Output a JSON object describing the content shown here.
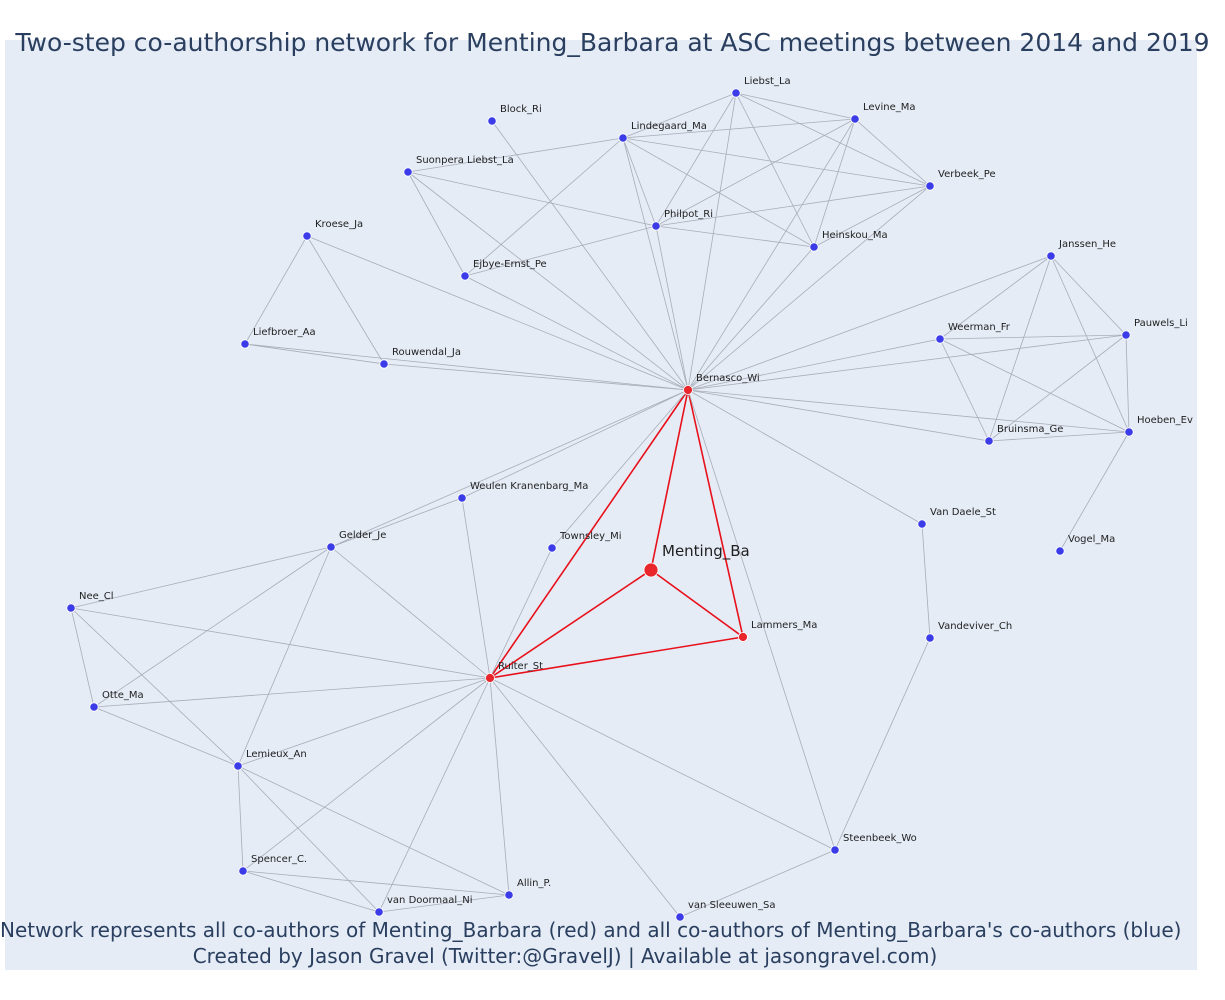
{
  "title": "Two-step co-authorship network for Menting_Barbara at ASC meetings between 2014 and 2019",
  "caption_line1": "Network represents all co-authors of Menting_Barbara (red) and all co-authors of Menting_Barbara's co-authors (blue)",
  "caption_line2": "Created by Jason Gravel (Twitter:@GravelJ) | Available at jasongravel.com)",
  "colors": {
    "plot_background": "#e5ecf6",
    "edge_default": "#a9acb8",
    "edge_focus": "#e8101a",
    "node_coauthor": "#e8262b",
    "node_second_step": "#3b3be8",
    "text": "#2a3f5f"
  },
  "nodes": [
    {
      "id": "Menting_Ba",
      "group": "focus"
    },
    {
      "id": "Bernasco_Wi",
      "group": "coauthor"
    },
    {
      "id": "Ruiter_St",
      "group": "coauthor"
    },
    {
      "id": "Lammers_Ma",
      "group": "coauthor"
    },
    {
      "id": "Liebst_La",
      "group": "second"
    },
    {
      "id": "Block_Ri",
      "group": "second"
    },
    {
      "id": "Levine_Ma",
      "group": "second"
    },
    {
      "id": "Lindegaard_Ma",
      "group": "second"
    },
    {
      "id": "Suonpera Liebst_La",
      "group": "second"
    },
    {
      "id": "Verbeek_Pe",
      "group": "second"
    },
    {
      "id": "Philpot_Ri",
      "group": "second"
    },
    {
      "id": "Heinskou_Ma",
      "group": "second"
    },
    {
      "id": "Kroese_Ja",
      "group": "second"
    },
    {
      "id": "Ejbye-Ernst_Pe",
      "group": "second"
    },
    {
      "id": "Janssen_He",
      "group": "second"
    },
    {
      "id": "Liefbroer_Aa",
      "group": "second"
    },
    {
      "id": "Rouwendal_Ja",
      "group": "second"
    },
    {
      "id": "Weerman_Fr",
      "group": "second"
    },
    {
      "id": "Pauwels_Li",
      "group": "second"
    },
    {
      "id": "Bruinsma_Ge",
      "group": "second"
    },
    {
      "id": "Hoeben_Ev",
      "group": "second"
    },
    {
      "id": "Weulen Kranenbarg_Ma",
      "group": "second"
    },
    {
      "id": "Van Daele_St",
      "group": "second"
    },
    {
      "id": "Vogel_Ma",
      "group": "second"
    },
    {
      "id": "Gelder_Je",
      "group": "second"
    },
    {
      "id": "Townsley_Mi",
      "group": "second"
    },
    {
      "id": "Nee_Cl",
      "group": "second"
    },
    {
      "id": "Vandeviver_Ch",
      "group": "second"
    },
    {
      "id": "Otte_Ma",
      "group": "second"
    },
    {
      "id": "Lemieux_An",
      "group": "second"
    },
    {
      "id": "Steenbeek_Wo",
      "group": "second"
    },
    {
      "id": "Spencer_C.",
      "group": "second"
    },
    {
      "id": "Allin_P.",
      "group": "second"
    },
    {
      "id": "van Doormaal_Ni",
      "group": "second"
    },
    {
      "id": "van Sleeuwen_Sa",
      "group": "second"
    }
  ],
  "edges": [
    [
      "Menting_Ba",
      "Bernasco_Wi"
    ],
    [
      "Menting_Ba",
      "Ruiter_St"
    ],
    [
      "Menting_Ba",
      "Lammers_Ma"
    ],
    [
      "Bernasco_Wi",
      "Ruiter_St"
    ],
    [
      "Bernasco_Wi",
      "Lammers_Ma"
    ],
    [
      "Ruiter_St",
      "Lammers_Ma"
    ],
    [
      "Bernasco_Wi",
      "Block_Ri"
    ],
    [
      "Bernasco_Wi",
      "Liebst_La"
    ],
    [
      "Bernasco_Wi",
      "Levine_Ma"
    ],
    [
      "Bernasco_Wi",
      "Lindegaard_Ma"
    ],
    [
      "Bernasco_Wi",
      "Verbeek_Pe"
    ],
    [
      "Bernasco_Wi",
      "Philpot_Ri"
    ],
    [
      "Bernasco_Wi",
      "Heinskou_Ma"
    ],
    [
      "Bernasco_Wi",
      "Suonpera Liebst_La"
    ],
    [
      "Bernasco_Wi",
      "Ejbye-Ernst_Pe"
    ],
    [
      "Bernasco_Wi",
      "Kroese_Ja"
    ],
    [
      "Bernasco_Wi",
      "Liefbroer_Aa"
    ],
    [
      "Bernasco_Wi",
      "Rouwendal_Ja"
    ],
    [
      "Bernasco_Wi",
      "Janssen_He"
    ],
    [
      "Bernasco_Wi",
      "Weerman_Fr"
    ],
    [
      "Bernasco_Wi",
      "Pauwels_Li"
    ],
    [
      "Bernasco_Wi",
      "Bruinsma_Ge"
    ],
    [
      "Bernasco_Wi",
      "Hoeben_Ev"
    ],
    [
      "Bernasco_Wi",
      "Weulen Kranenbarg_Ma"
    ],
    [
      "Bernasco_Wi",
      "Gelder_Je"
    ],
    [
      "Bernasco_Wi",
      "Townsley_Mi"
    ],
    [
      "Bernasco_Wi",
      "Van Daele_St"
    ],
    [
      "Bernasco_Wi",
      "Steenbeek_Wo"
    ],
    [
      "Liebst_La",
      "Levine_Ma"
    ],
    [
      "Liebst_La",
      "Lindegaard_Ma"
    ],
    [
      "Liebst_La",
      "Verbeek_Pe"
    ],
    [
      "Liebst_La",
      "Philpot_Ri"
    ],
    [
      "Liebst_La",
      "Heinskou_Ma"
    ],
    [
      "Levine_Ma",
      "Lindegaard_Ma"
    ],
    [
      "Levine_Ma",
      "Verbeek_Pe"
    ],
    [
      "Levine_Ma",
      "Philpot_Ri"
    ],
    [
      "Levine_Ma",
      "Heinskou_Ma"
    ],
    [
      "Lindegaard_Ma",
      "Verbeek_Pe"
    ],
    [
      "Lindegaard_Ma",
      "Philpot_Ri"
    ],
    [
      "Lindegaard_Ma",
      "Heinskou_Ma"
    ],
    [
      "Lindegaard_Ma",
      "Suonpera Liebst_La"
    ],
    [
      "Lindegaard_Ma",
      "Ejbye-Ernst_Pe"
    ],
    [
      "Verbeek_Pe",
      "Philpot_Ri"
    ],
    [
      "Verbeek_Pe",
      "Heinskou_Ma"
    ],
    [
      "Philpot_Ri",
      "Heinskou_Ma"
    ],
    [
      "Suonpera Liebst_La",
      "Philpot_Ri"
    ],
    [
      "Suonpera Liebst_La",
      "Ejbye-Ernst_Pe"
    ],
    [
      "Ejbye-Ernst_Pe",
      "Philpot_Ri"
    ],
    [
      "Kroese_Ja",
      "Liefbroer_Aa"
    ],
    [
      "Kroese_Ja",
      "Rouwendal_Ja"
    ],
    [
      "Liefbroer_Aa",
      "Rouwendal_Ja"
    ],
    [
      "Janssen_He",
      "Weerman_Fr"
    ],
    [
      "Janssen_He",
      "Pauwels_Li"
    ],
    [
      "Janssen_He",
      "Bruinsma_Ge"
    ],
    [
      "Janssen_He",
      "Hoeben_Ev"
    ],
    [
      "Weerman_Fr",
      "Pauwels_Li"
    ],
    [
      "Weerman_Fr",
      "Bruinsma_Ge"
    ],
    [
      "Weerman_Fr",
      "Hoeben_Ev"
    ],
    [
      "Pauwels_Li",
      "Bruinsma_Ge"
    ],
    [
      "Pauwels_Li",
      "Hoeben_Ev"
    ],
    [
      "Bruinsma_Ge",
      "Hoeben_Ev"
    ],
    [
      "Hoeben_Ev",
      "Vogel_Ma"
    ],
    [
      "Van Daele_St",
      "Vandeviver_Ch"
    ],
    [
      "Vandeviver_Ch",
      "Steenbeek_Wo"
    ],
    [
      "Ruiter_St",
      "Weulen Kranenbarg_Ma"
    ],
    [
      "Ruiter_St",
      "Townsley_Mi"
    ],
    [
      "Ruiter_St",
      "Nee_Cl"
    ],
    [
      "Ruiter_St",
      "Otte_Ma"
    ],
    [
      "Ruiter_St",
      "Lemieux_An"
    ],
    [
      "Ruiter_St",
      "Spencer_C."
    ],
    [
      "Ruiter_St",
      "Allin_P."
    ],
    [
      "Ruiter_St",
      "van Doormaal_Ni"
    ],
    [
      "Ruiter_St",
      "van Sleeuwen_Sa"
    ],
    [
      "Ruiter_St",
      "Steenbeek_Wo"
    ],
    [
      "Ruiter_St",
      "Gelder_Je"
    ],
    [
      "Gelder_Je",
      "Weulen Kranenbarg_Ma"
    ],
    [
      "Gelder_Je",
      "Nee_Cl"
    ],
    [
      "Gelder_Je",
      "Otte_Ma"
    ],
    [
      "Gelder_Je",
      "Lemieux_An"
    ],
    [
      "Nee_Cl",
      "Otte_Ma"
    ],
    [
      "Nee_Cl",
      "Lemieux_An"
    ],
    [
      "Otte_Ma",
      "Lemieux_An"
    ],
    [
      "Lemieux_An",
      "Spencer_C."
    ],
    [
      "Lemieux_An",
      "Allin_P."
    ],
    [
      "Lemieux_An",
      "van Doormaal_Ni"
    ],
    [
      "Spencer_C.",
      "Allin_P."
    ],
    [
      "Spencer_C.",
      "van Doormaal_Ni"
    ],
    [
      "van Doormaal_Ni",
      "Allin_P."
    ],
    [
      "Steenbeek_Wo",
      "van Sleeuwen_Sa"
    ]
  ]
}
